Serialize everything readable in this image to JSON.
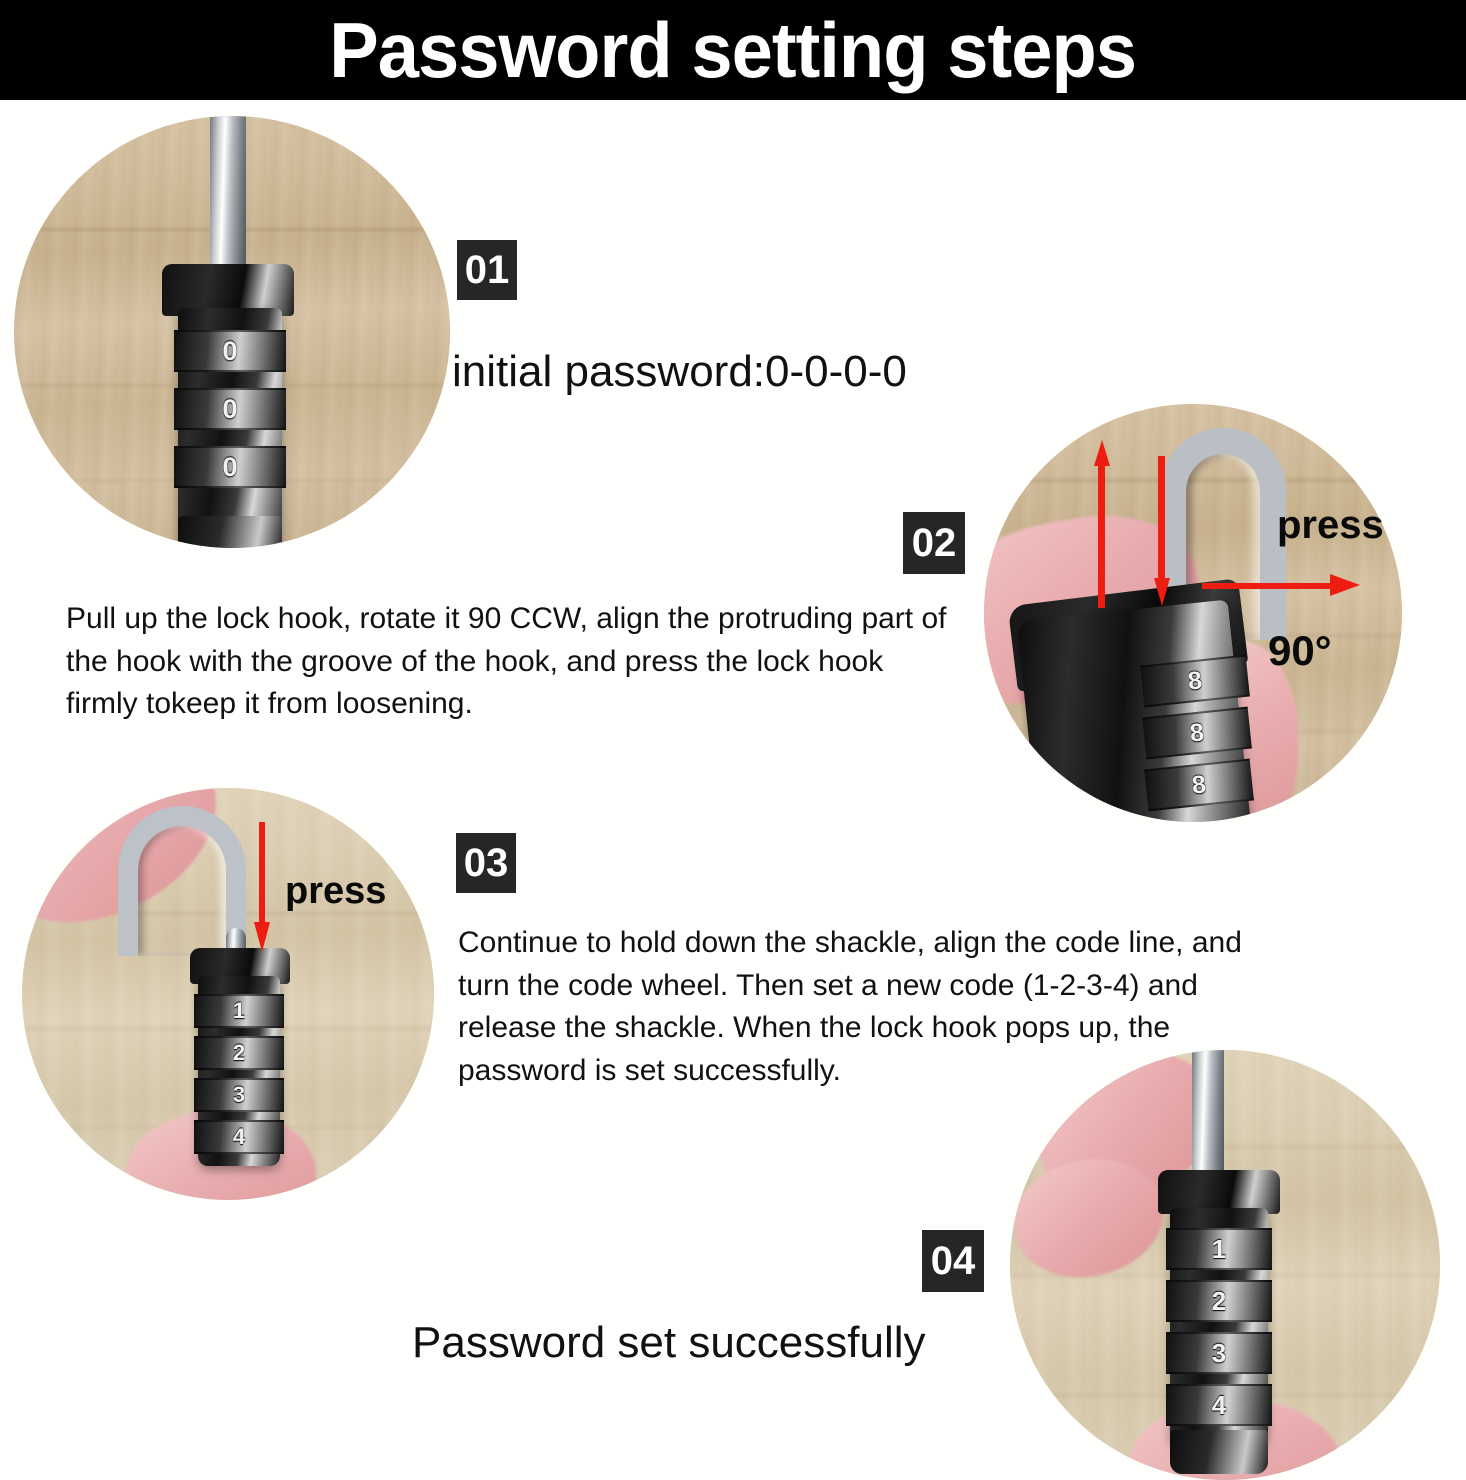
{
  "header": {
    "title": "Password setting steps"
  },
  "background_color": "#fffffd",
  "accent_color": "#ee1c11",
  "badge_color": "#262626",
  "steps": [
    {
      "badge": "01",
      "text": "initial password:0-0-0-0",
      "photo": {
        "name": "lock-initial-state-photo",
        "alt": "black combination padlock with 0-0-0-0 dials on a wooden table",
        "dials": [
          "0",
          "0",
          "0"
        ],
        "labels": []
      }
    },
    {
      "badge": "02",
      "text": "Pull up the lock hook, rotate it 90 CCW, align the protruding part of the hook with the groove of the hook, and press the lock hook firmly tokeep it from loosening.",
      "photo": {
        "name": "lock-rotate-hook-photo",
        "alt": "hand holding padlock, red arrows showing pull up, press down and rotate",
        "dials": [
          "8",
          "8",
          "8"
        ],
        "labels": [
          "press",
          "90°"
        ],
        "label_press": "press",
        "label_angle": "90°"
      }
    },
    {
      "badge": "03",
      "text": "Continue to hold down the shackle, align the code line, and turn the code wheel. Then set a new code (1-2-3-4) and release the shackle. When the lock hook pops up, the password is set successfully.",
      "photo": {
        "name": "lock-set-code-photo",
        "alt": "open shackle padlock held by fingers with code 1-2-3-4 and a downward red press arrow",
        "dials": [
          "1",
          "2",
          "3",
          "4"
        ],
        "labels": [
          "press"
        ],
        "label_press": "press"
      }
    },
    {
      "badge": "04",
      "text": "Password set successfully",
      "photo": {
        "name": "lock-password-set-photo",
        "alt": "padlock with shackle popped up showing code 1-2-3-4",
        "dials": [
          "1",
          "2",
          "3",
          "4"
        ],
        "labels": []
      }
    }
  ]
}
